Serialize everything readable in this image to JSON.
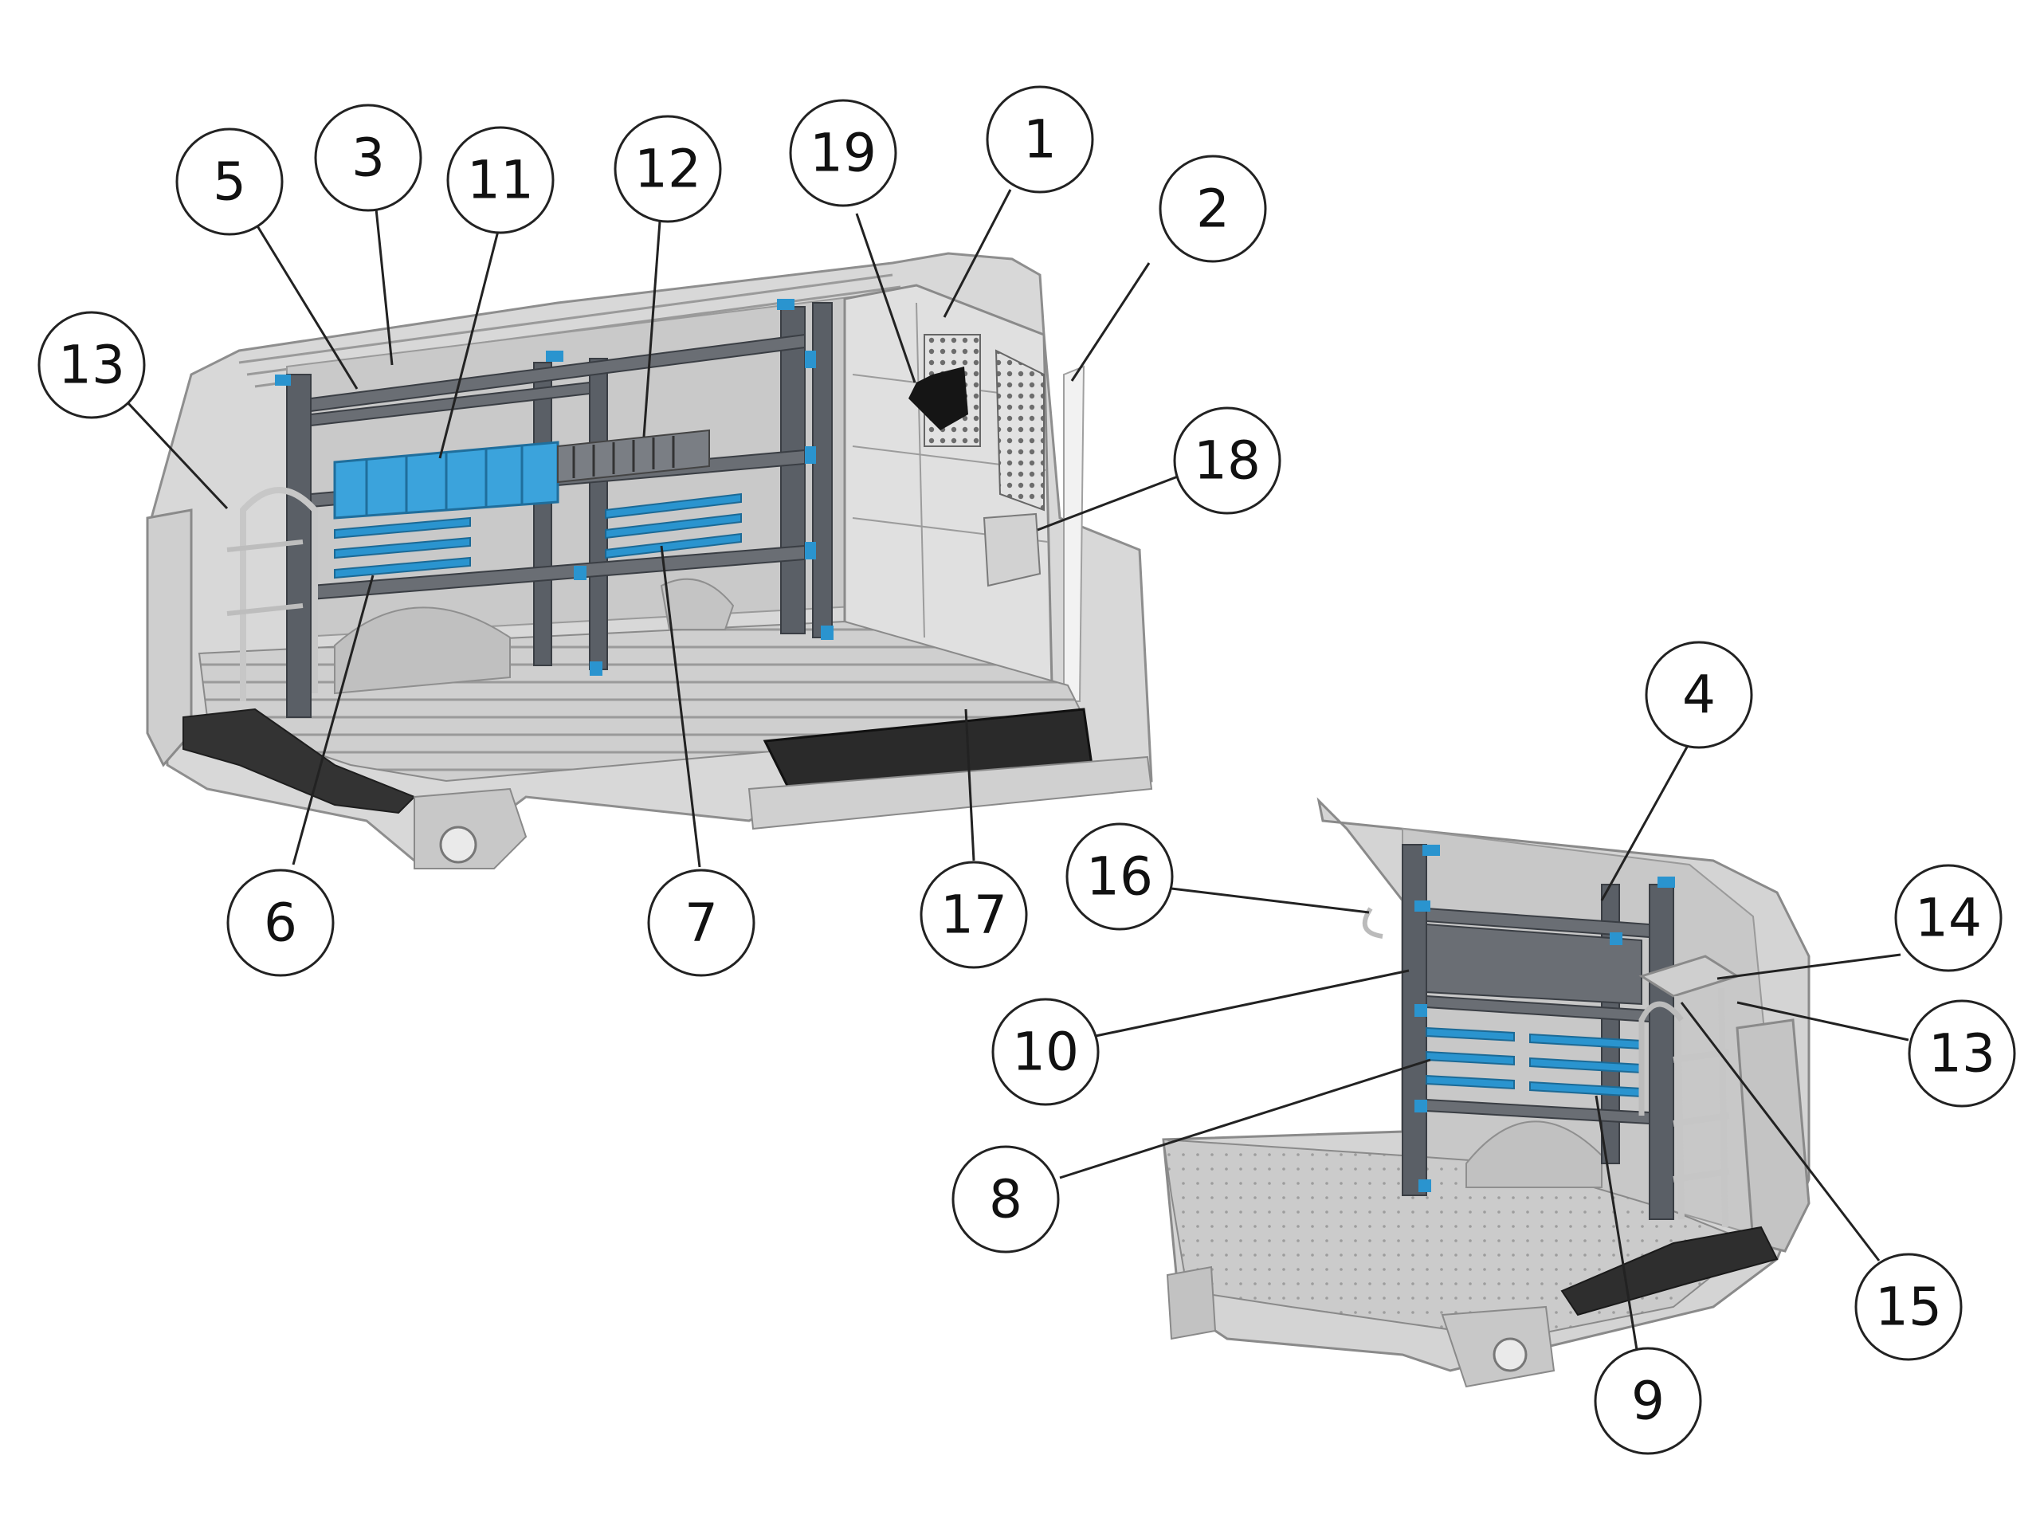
{
  "diagram": {
    "callouts": [
      {
        "id": "1",
        "label": "1"
      },
      {
        "id": "2",
        "label": "2"
      },
      {
        "id": "3",
        "label": "3"
      },
      {
        "id": "4",
        "label": "4"
      },
      {
        "id": "5",
        "label": "5"
      },
      {
        "id": "6",
        "label": "6"
      },
      {
        "id": "7",
        "label": "7"
      },
      {
        "id": "8",
        "label": "8"
      },
      {
        "id": "9",
        "label": "9"
      },
      {
        "id": "10",
        "label": "10"
      },
      {
        "id": "11",
        "label": "11"
      },
      {
        "id": "12",
        "label": "12"
      },
      {
        "id": "13a",
        "label": "13"
      },
      {
        "id": "13b",
        "label": "13"
      },
      {
        "id": "14",
        "label": "14"
      },
      {
        "id": "15",
        "label": "15"
      },
      {
        "id": "16",
        "label": "16"
      },
      {
        "id": "17",
        "label": "17"
      },
      {
        "id": "18",
        "label": "18"
      },
      {
        "id": "19",
        "label": "19"
      }
    ],
    "colors": {
      "van_body": "#d6d6d6",
      "van_shadow": "#a8a8a8",
      "rack_frame": "#5a5f66",
      "accent_blue": "#2a94cf",
      "bin_blue": "#3ba3dc",
      "mat_black": "#2a2a2a",
      "callout_stroke": "#222222"
    }
  }
}
